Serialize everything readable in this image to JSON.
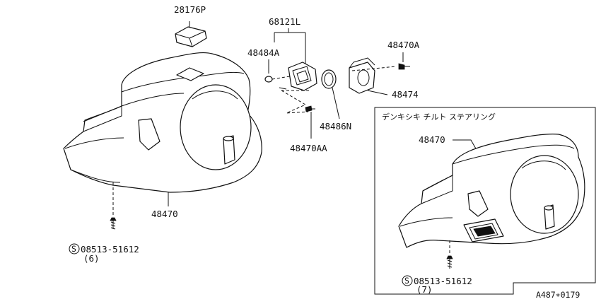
{
  "labels": {
    "cap_part": "28176P",
    "switch_set": "68121L",
    "screw_a": "48484A",
    "bracket_screw": "48470A",
    "bracket": "48474",
    "ring": "48486N",
    "screw_aa": "48470AA",
    "main_cover": "48470",
    "main_screw_part": "08513-51612",
    "main_screw_qty": "(6)",
    "inset_title": "デンキシキ  チルト  ステアリング",
    "inset_cover": "48470",
    "inset_screw_part": "08513-51612",
    "inset_screw_qty": "(7)",
    "circled_s": "S",
    "figure_ref": "A487∗0179"
  }
}
